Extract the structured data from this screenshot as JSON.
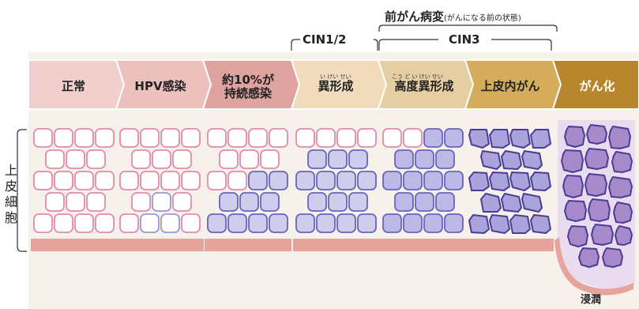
{
  "title": {
    "main": "前がん病変",
    "sub": "(がんになる前の状態)"
  },
  "brackets": {
    "cin12": "CIN1/2",
    "cin3": "CIN3"
  },
  "stages": [
    {
      "label": "正常",
      "color": "#f0cfcc"
    },
    {
      "label": "HPV感染",
      "color": "#ebc0bd"
    },
    {
      "label": "約10%が\n持続感染",
      "color": "#dea39f"
    },
    {
      "label": "異形成",
      "color": "#f0dcbc",
      "ruby": "い けい せい"
    },
    {
      "label": "高度異形成",
      "color": "#e6cea3",
      "ruby": "こう ど い けい せい"
    },
    {
      "label": "上皮内がん",
      "color": "#d4ac5c"
    },
    {
      "label": "がん化",
      "color": "#b7862d"
    }
  ],
  "side_label": "上\n皮\n細\n胞",
  "invasion_label": "浸潤",
  "colors": {
    "normal_cell": "#e48aa7",
    "infected_cell": "#9b97d3",
    "abnormal_fill": "#cfcdec",
    "abnormal_stroke": "#6c63bd",
    "cancer_fill": "#a68ac9",
    "cancer_stroke": "#4d3b98",
    "basement": "#e6a49c"
  }
}
